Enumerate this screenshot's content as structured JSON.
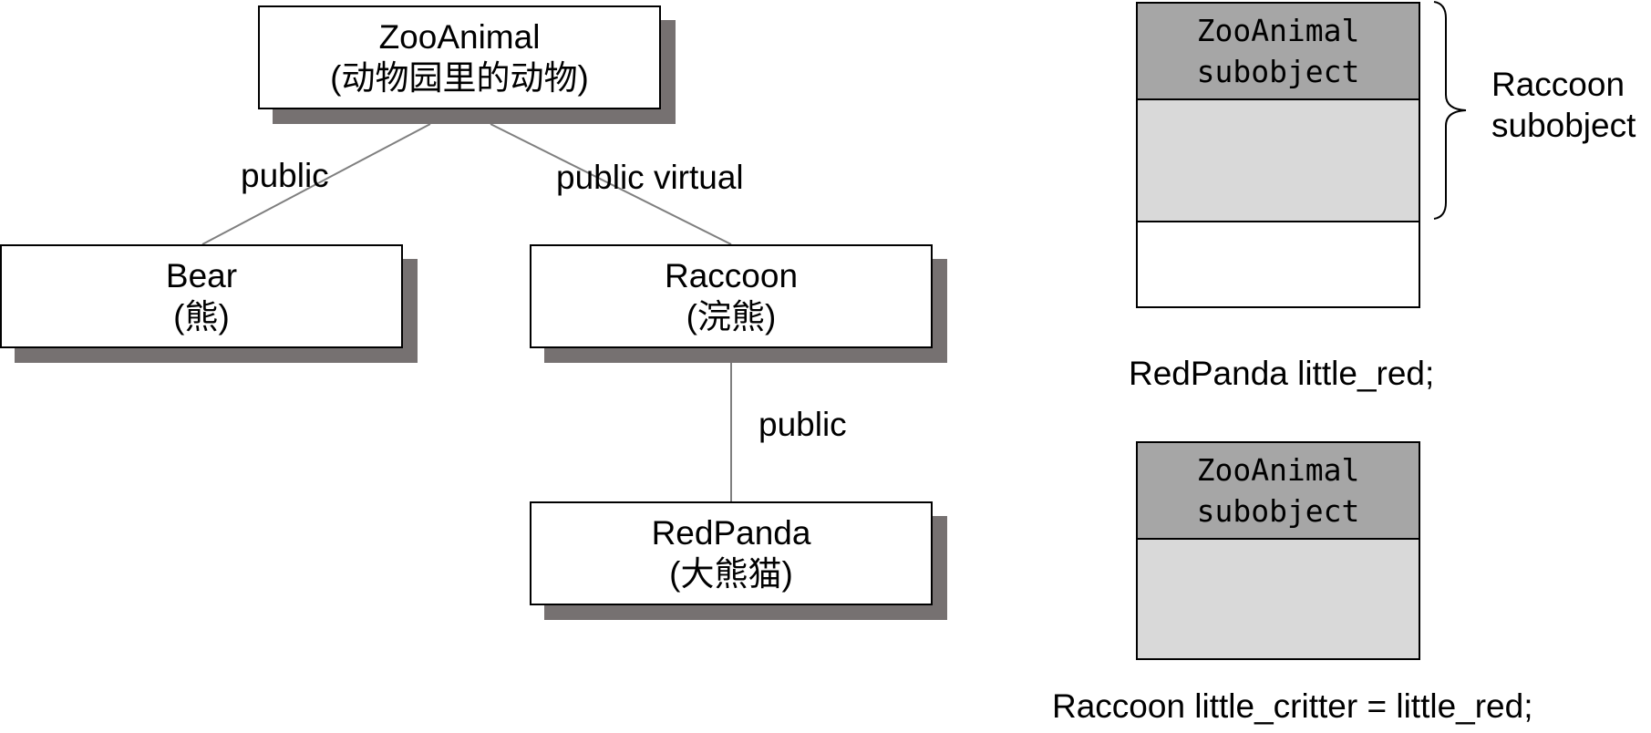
{
  "hierarchy": {
    "zoo_animal": {
      "name": "ZooAnimal",
      "note": "(动物园里的动物)"
    },
    "bear": {
      "name": "Bear",
      "note": "(熊)"
    },
    "raccoon": {
      "name": "Raccoon",
      "note": "(浣熊)"
    },
    "red_panda": {
      "name": "RedPanda",
      "note": "(大熊猫)"
    },
    "edges": {
      "zoo_to_bear": "public",
      "zoo_to_raccoon": "public virtual",
      "raccoon_to_redpanda": "public"
    }
  },
  "layout_red": {
    "base_line1": "ZooAnimal",
    "base_line2": "subobject",
    "brace_label_line1": "Raccoon",
    "brace_label_line2": "subobject",
    "caption": "RedPanda little_red;"
  },
  "layout_critter": {
    "base_line1": "ZooAnimal",
    "base_line2": "subobject",
    "caption": "Raccoon little_critter = little_red;"
  },
  "colors": {
    "shadow": "#767171",
    "subobject_base": "#a6a6a6",
    "subobject_derived": "#d9d9d9",
    "edge_line": "#7f7f7f"
  }
}
